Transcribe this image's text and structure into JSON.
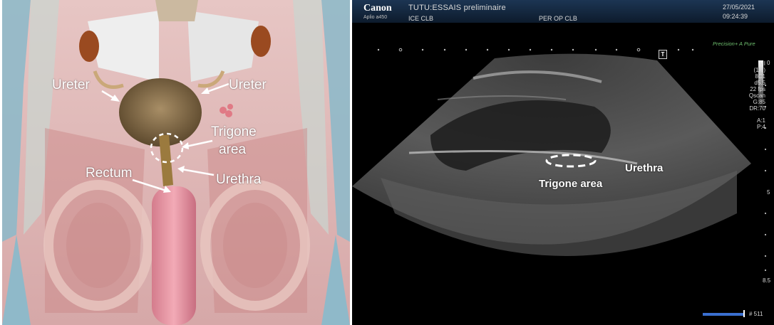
{
  "anatomy": {
    "labels": {
      "ureter_left": "Ureter",
      "ureter_right": "Ureter",
      "trigone_line1": "Trigone",
      "trigone_line2": "area",
      "rectum": "Rectum",
      "urethra": "Urethra"
    }
  },
  "ultrasound": {
    "header": {
      "brand": "Canon",
      "model": "Aplio a450",
      "study": "TUTU:ESSAIS preliminaire",
      "probe": "ICE CLB",
      "operator": "PER OP CLB",
      "date": "27/05/2021",
      "time": "09:24:39"
    },
    "precision": "Precision+  A Pure",
    "params": {
      "mi": "MI",
      "mi_value": "(1.6)",
      "transducer": "8C1",
      "depth": "d5.5",
      "fps": "22 fps",
      "mode": "Qscan",
      "gain": "G:85",
      "dynamic_range": "DR:70",
      "a": "A:1",
      "p": "P:4"
    },
    "depth_marks": {
      "zero": "0",
      "five": "5",
      "end": "8.5"
    },
    "frame": "# 511",
    "t_marker": "T",
    "labels": {
      "urethra": "Urethra",
      "trigone": "Trigone area"
    },
    "colors": {
      "frame_bar": "#3a6fd0",
      "precision": "#6fbf6f"
    }
  }
}
